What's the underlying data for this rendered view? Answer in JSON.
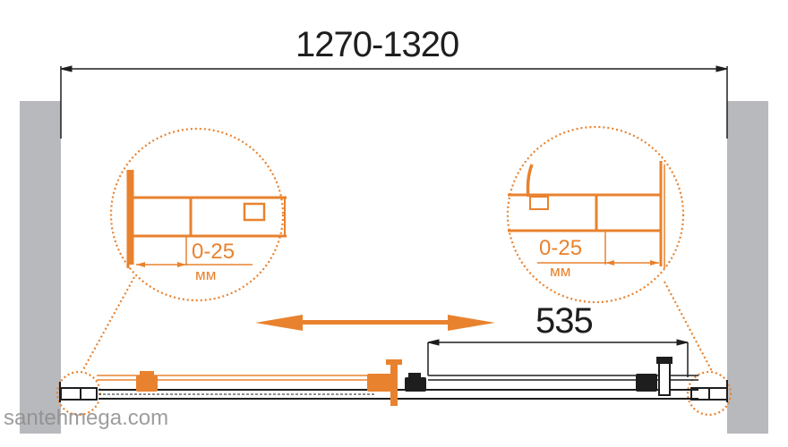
{
  "diagram": {
    "type": "sliding shower door top-view installation scheme",
    "overall_width": {
      "label": "1270-1320"
    },
    "opening_width": {
      "label": "535"
    },
    "left_detail": {
      "range_label": "0-25",
      "unit_label": "мм"
    },
    "right_detail": {
      "range_label": "0-25",
      "unit_label": "мм"
    },
    "slide_arrow": {
      "direction": "bidirectional-horizontal"
    },
    "colors": {
      "accent_orange": "#e8822e",
      "line_dark": "#1e1e1e",
      "wall_gray": "#b8b9bd",
      "watermark": "#8c8c8c"
    }
  },
  "watermark": {
    "text": "santehmega.com"
  }
}
